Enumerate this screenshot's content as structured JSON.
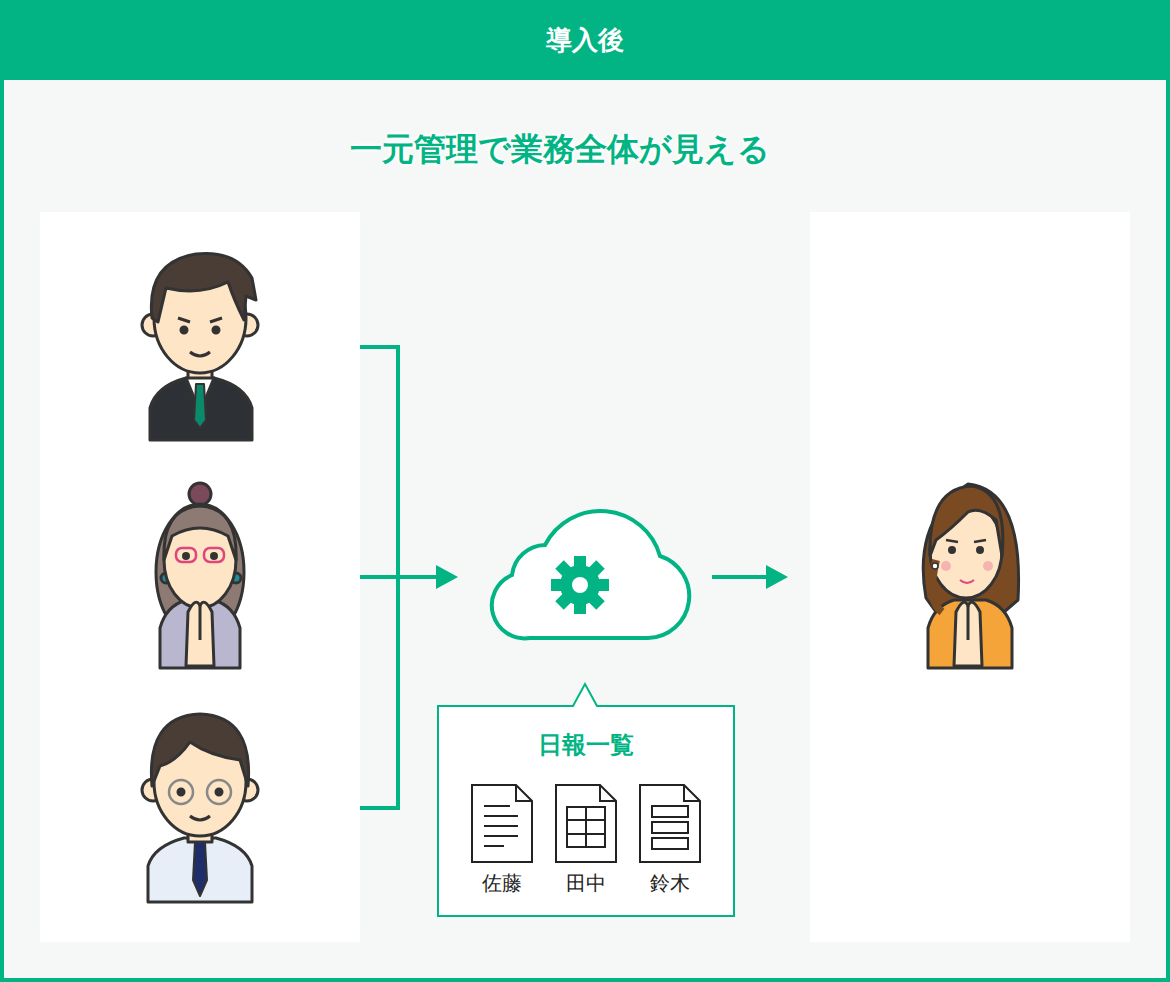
{
  "diagram": {
    "title": "一元管理で業務全体が見える",
    "nodes": [
      {
        "text": [
          "導入後"
        ]
      },
      {
        "text": [
          "日報一覧"
        ]
      }
    ],
    "labels": [
      "佐藤",
      "田中",
      "鈴木"
    ]
  }
}
